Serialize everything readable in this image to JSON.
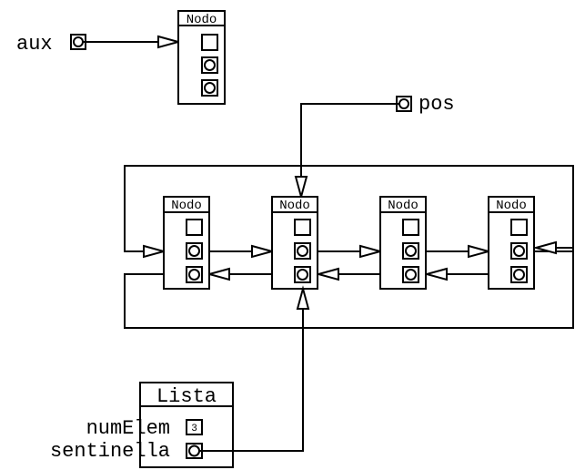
{
  "node_title": "Nodo",
  "aux_label": "aux",
  "pos_label": "pos",
  "list": {
    "title": "Lista",
    "fields": [
      {
        "name": "numElem",
        "value": "3"
      },
      {
        "name": "sentinella",
        "value": ""
      }
    ]
  },
  "row_nodes": [
    "Nodo",
    "Nodo",
    "Nodo",
    "Nodo"
  ]
}
